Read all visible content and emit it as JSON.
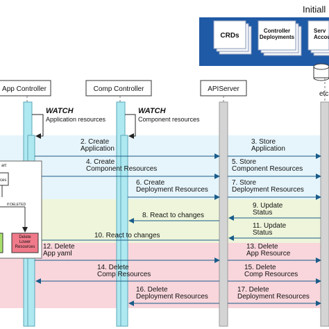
{
  "initial_box": {
    "title": "Initiall",
    "docs": [
      "CRDs",
      "Controller\nDeployments",
      "Serv\nAccou"
    ]
  },
  "participants": {
    "app_controller": "App Controller",
    "comp_controller": "Comp Controller",
    "apiserver": "APIServer",
    "etcd": "etc"
  },
  "watch": {
    "app_title": "WATCH",
    "app_sub": "Application resources",
    "comp_title": "WATCH",
    "comp_sub": "Component resources"
  },
  "messages": [
    {
      "num": "2.",
      "text": "Create\nApplication"
    },
    {
      "num": "3.",
      "text": "Store\nApplication"
    },
    {
      "num": "4.",
      "text": "Create\nComponent Resources"
    },
    {
      "num": "5.",
      "text": "Store\nComponent Resources"
    },
    {
      "num": "6.",
      "text": "Create\nDeployment Resources"
    },
    {
      "num": "7.",
      "text": "Store\nDeployment Resources"
    },
    {
      "num": "8.",
      "text": "React to changes"
    },
    {
      "num": "9.",
      "text": "Update\nStatus"
    },
    {
      "num": "11.",
      "text": "Update\nStatus"
    },
    {
      "num": "10.",
      "text": "React to changes"
    },
    {
      "num": "12.",
      "text": "Delete\nApp yaml"
    },
    {
      "num": "13.",
      "text": "Delete\nApp Resource"
    },
    {
      "num": "14.",
      "text": "Delete\nComp Resources"
    },
    {
      "num": "15.",
      "text": "Delete\nComp Resources"
    },
    {
      "num": "16.",
      "text": "Delete\nDeployment Resources"
    },
    {
      "num": "17.",
      "text": "Delete\nDeployment Resources"
    }
  ],
  "flowchart": {
    "start": "art",
    "node1": "ces",
    "deleted_label": "If DELETED",
    "delete_lower": "Delete\nLower\nResources"
  },
  "colors": {
    "blue_band": "#e6f5fb",
    "green_band": "#eef5da",
    "pink_band": "#f8d6dc",
    "controller_bar": "#aee8f0",
    "gray_bar": "#d4d4d4",
    "initial_box": "#1f5aa6",
    "arrow": "#1a5c8a"
  }
}
